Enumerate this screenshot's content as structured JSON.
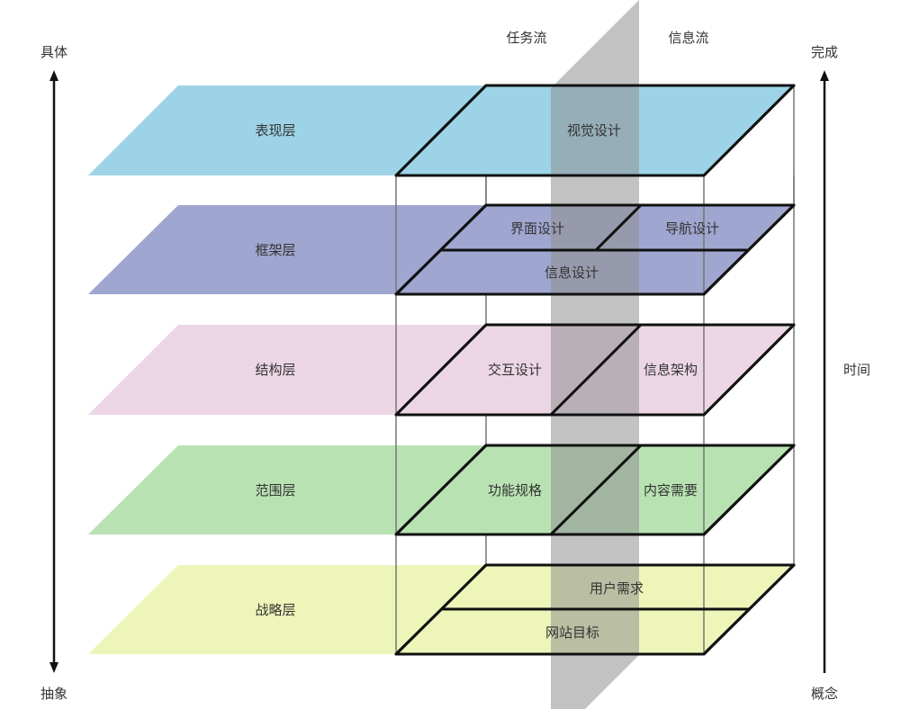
{
  "axes": {
    "left_top": "具体",
    "left_bottom": "抽象",
    "right_top": "完成",
    "right_bottom": "概念",
    "right_middle": "时间"
  },
  "flows": {
    "task": "任务流",
    "info": "信息流"
  },
  "colors": {
    "surface": "#9dd3e6",
    "skeleton": "#9fa6cf",
    "structure": "#ecd6e5",
    "scope": "#b9e2b3",
    "strategy": "#eef5b9",
    "flow_plane": "#b3b3b3",
    "line": "#111111"
  },
  "layers": [
    {
      "name": "表现层",
      "cells": [
        "视觉设计"
      ]
    },
    {
      "name": "框架层",
      "cells": [
        "界面设计",
        "导航设计",
        "信息设计"
      ]
    },
    {
      "name": "结构层",
      "cells": [
        "交互设计",
        "信息架构"
      ]
    },
    {
      "name": "范围层",
      "cells": [
        "功能规格",
        "内容需要"
      ]
    },
    {
      "name": "战略层",
      "cells": [
        "用户需求",
        "网站目标"
      ]
    }
  ]
}
